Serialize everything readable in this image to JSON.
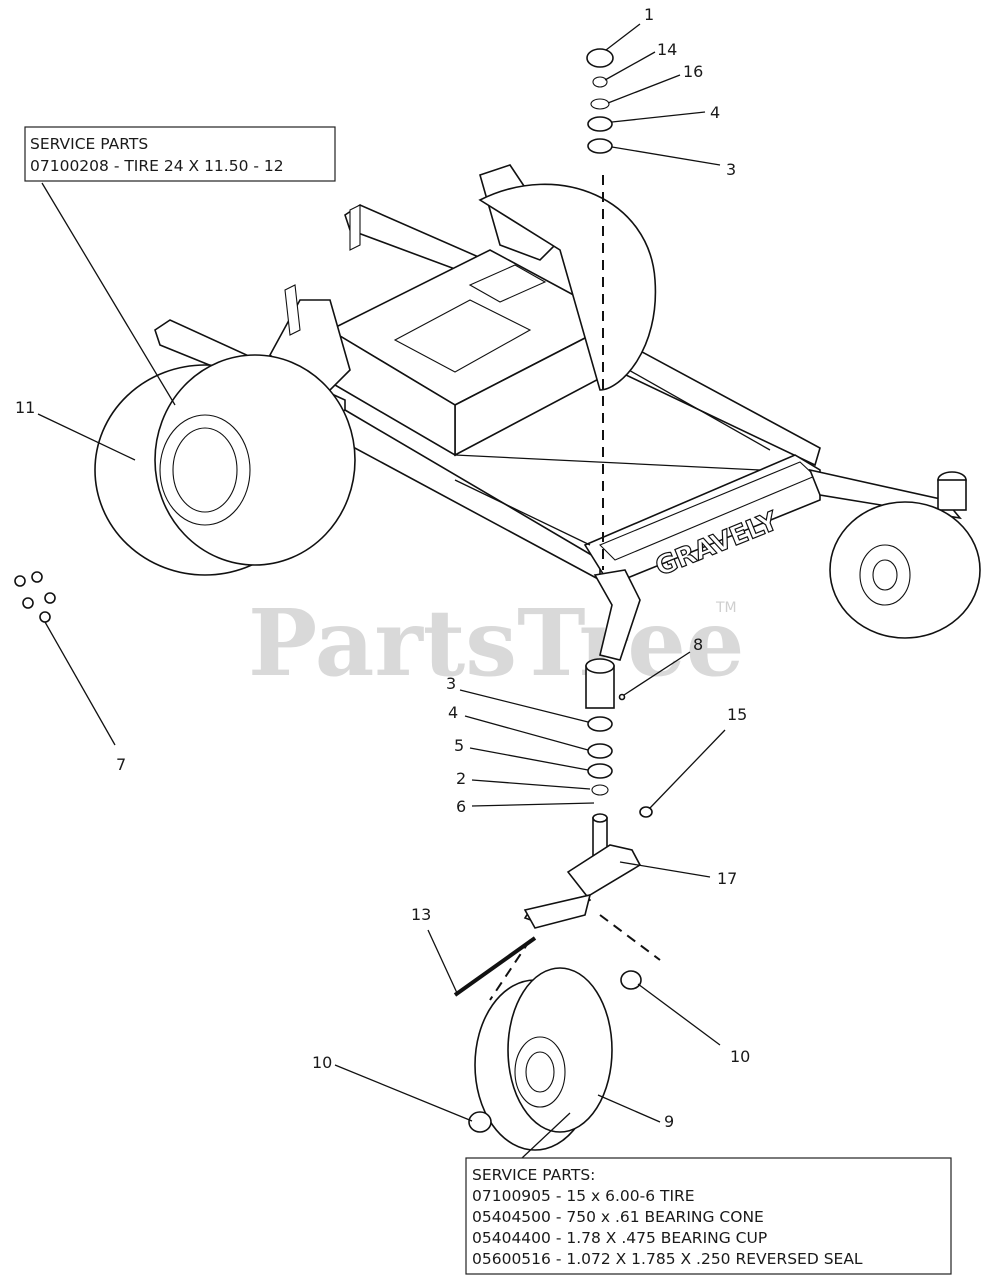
{
  "watermark": {
    "text": "PartsTree",
    "tm": "TM"
  },
  "service_box_top": {
    "title": "SERVICE PARTS",
    "lines": [
      "07100208 - TIRE 24 X 11.50 - 12"
    ]
  },
  "service_box_bottom": {
    "title": "SERVICE PARTS:",
    "lines": [
      "07100905 - 15 x 6.00-6 TIRE",
      "05404500 - 750 x .61 BEARING CONE",
      "05404400 - 1.78 X .475 BEARING CUP",
      "05600516 - 1.072 X 1.785 X .250 REVERSED SEAL"
    ]
  },
  "brand": "GRAVELY",
  "callouts": {
    "c1": "1",
    "c14": "14",
    "c16": "16",
    "c4a": "4",
    "c3a": "3",
    "c11": "11",
    "c7": "7",
    "c8": "8",
    "c3b": "3",
    "c4b": "4",
    "c5": "5",
    "c2": "2",
    "c6": "6",
    "c15": "15",
    "c17": "17",
    "c13": "13",
    "c10a": "10",
    "c10b": "10",
    "c9": "9"
  }
}
